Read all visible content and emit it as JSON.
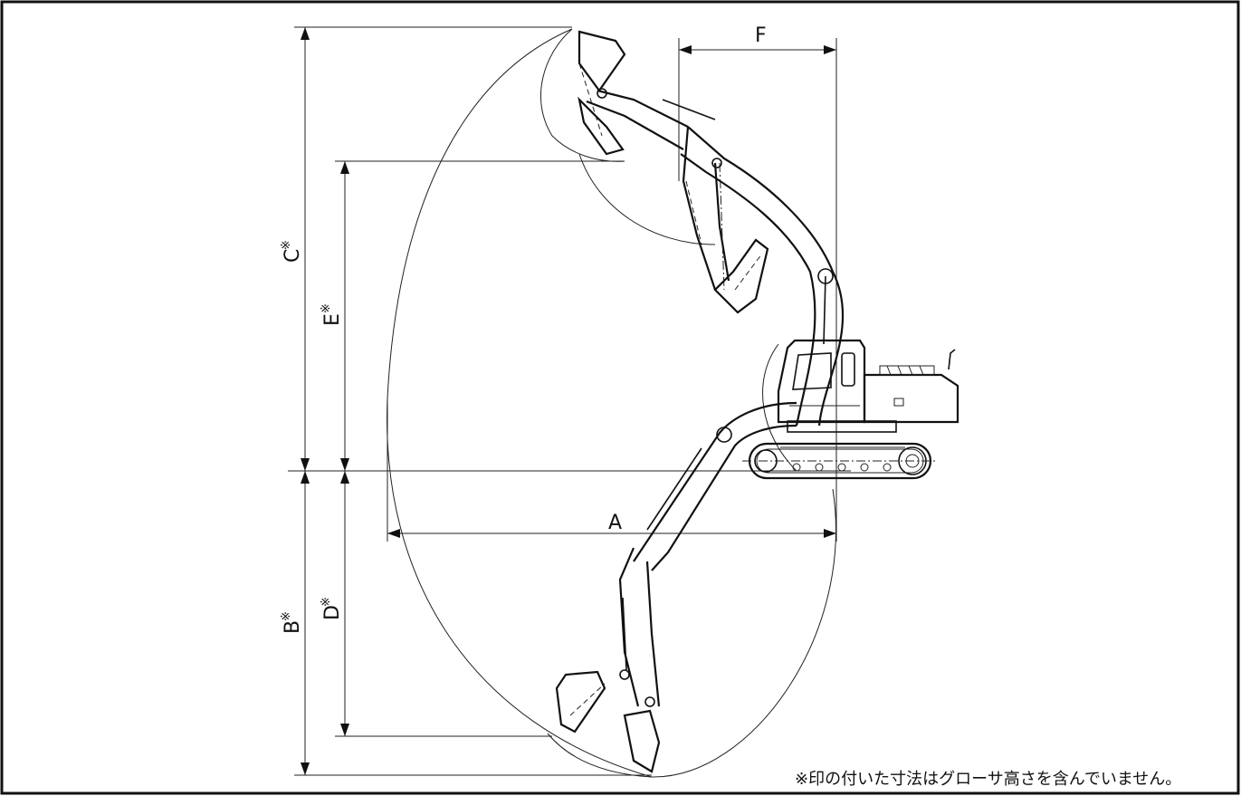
{
  "diagram": {
    "labels": {
      "A": "A",
      "B": "B",
      "C": "C",
      "D": "D",
      "E": "E",
      "F": "F",
      "mark": "※"
    },
    "note": "※印の付いた寸法はグローサ高さを含んでいません。"
  }
}
